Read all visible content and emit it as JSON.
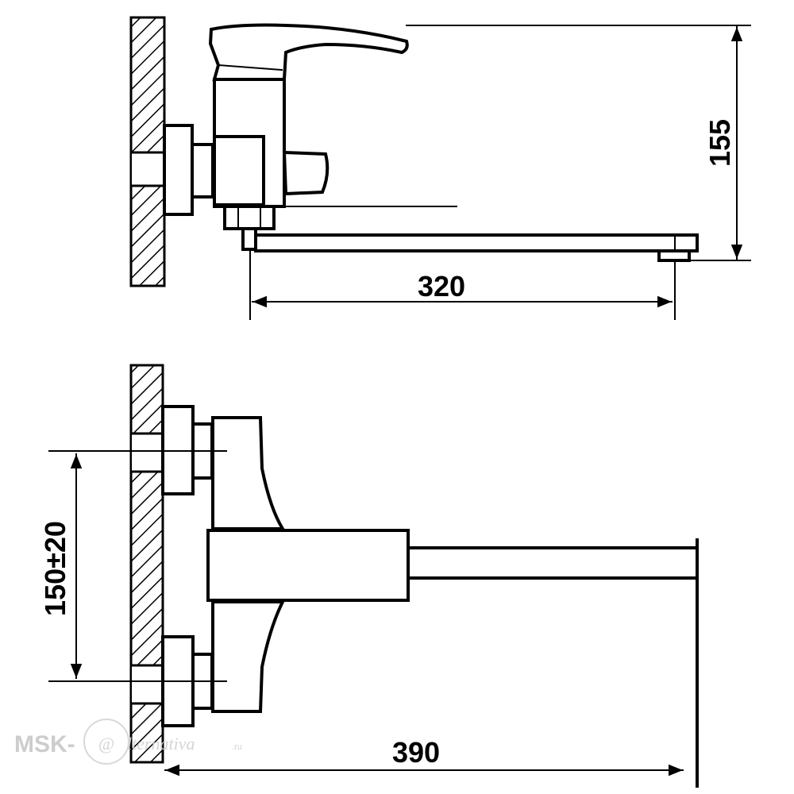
{
  "dimensions": {
    "spout_height": "155",
    "spout_reach": "320",
    "inlet_spacing": "150±20",
    "total_length": "390"
  },
  "watermark": {
    "prefix": "MSK-",
    "at_sign": "@",
    "suffix": "lternativa",
    "tld": ".ru"
  }
}
